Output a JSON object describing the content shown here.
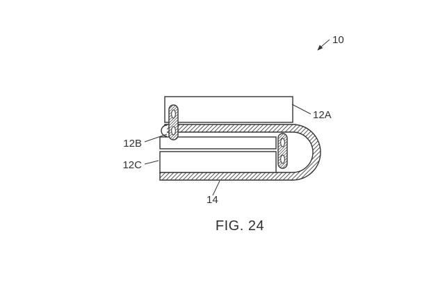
{
  "figure": {
    "caption": "FIG. 24",
    "labels": {
      "ref10": "10",
      "ref12A": "12A",
      "ref12B": "12B",
      "ref12C": "12C",
      "ref14": "14"
    }
  },
  "colors": {
    "line": "#333333",
    "hatch": "#555555",
    "text": "#2f2f2f",
    "background": "#ffffff"
  }
}
